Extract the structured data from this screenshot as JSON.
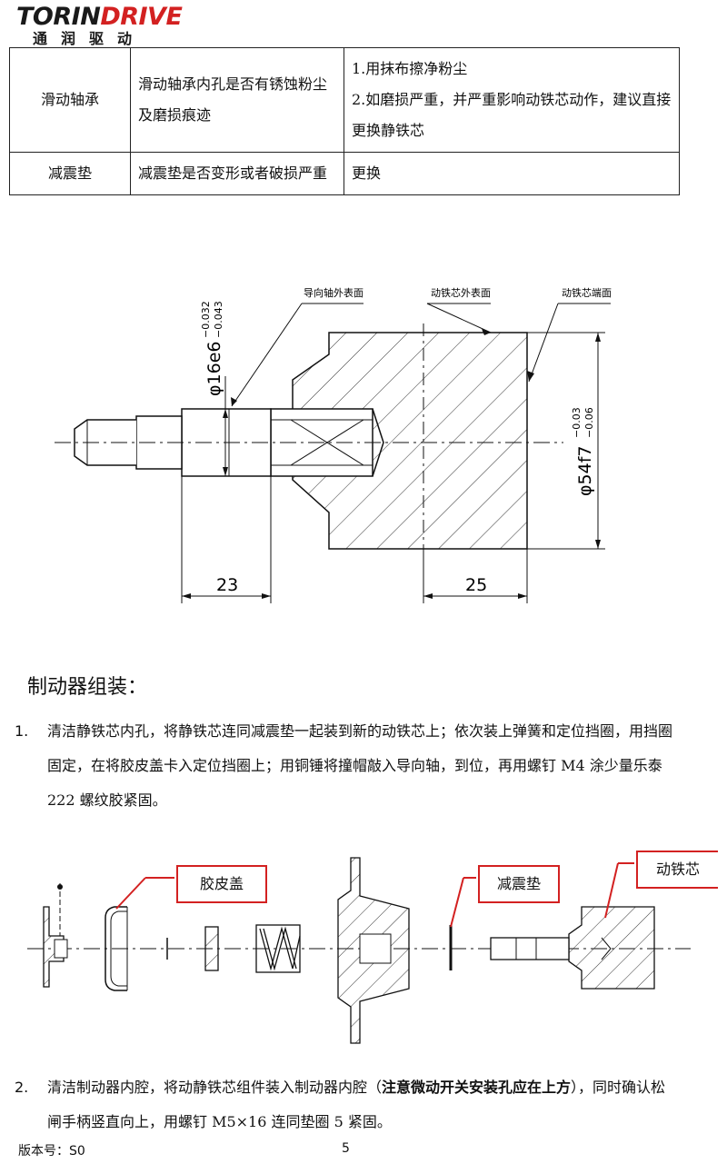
{
  "header": {
    "logo_main_a": "TORIN",
    "logo_main_b": "DRIVE",
    "logo_sub": "通润驱动"
  },
  "maintenance_table": {
    "rows": [
      {
        "part": "滑动轴承",
        "check": "滑动轴承内孔是否有锈蚀粉尘及磨损痕迹",
        "action_lines": [
          "1.用抹布擦净粉尘",
          "2.如磨损严重，并严重影响动铁芯动作，建议直接更换静铁芯"
        ]
      },
      {
        "part": "减震垫",
        "check": "减震垫是否变形或者破损严重",
        "action_lines": [
          "更换"
        ]
      }
    ]
  },
  "drawing1": {
    "label_guide_surface": "导向轴外表面",
    "label_core_outer": "动铁芯外表面",
    "label_core_end": "动铁芯端面",
    "dim_left_dia": "φ16e6",
    "dim_left_tol_upper": "−0.032",
    "dim_left_tol_lower": "−0.043",
    "dim_right_dia": "φ54f7",
    "dim_right_tol_upper": "−0.03",
    "dim_right_tol_lower": "−0.06",
    "dim_len_left": "23",
    "dim_len_right": "25"
  },
  "section": {
    "title": "制动器组装："
  },
  "steps": [
    {
      "num": "1.",
      "text": "清洁静铁芯内孔，将静铁芯连同减震垫一起装到新的动铁芯上；依次装上弹簧和定位挡圈，用挡圈固定，在将胶皮盖卡入定位挡圈上；用铜锤将撞帽敲入导向轴，到位，再用螺钉 M4 涂少量乐泰 222 螺纹胶紧固。"
    },
    {
      "num": "2.",
      "text_a": "清洁制动器内腔，将动静铁芯组件装入制动器内腔（",
      "text_bold": "注意微动开关安装孔应在上方",
      "text_b": "），同时确认松闸手柄竖直向上，用螺钉 M5×16 连同垫圈 5 紧固。"
    }
  ],
  "drawing2": {
    "callout_rubber_cap": "胶皮盖",
    "callout_damper": "减震垫",
    "callout_moving_core": "动铁芯"
  },
  "footer": {
    "version": "版本号：S0",
    "page": "5"
  },
  "colors": {
    "callout_red": "#d32121",
    "line": "#222222"
  }
}
